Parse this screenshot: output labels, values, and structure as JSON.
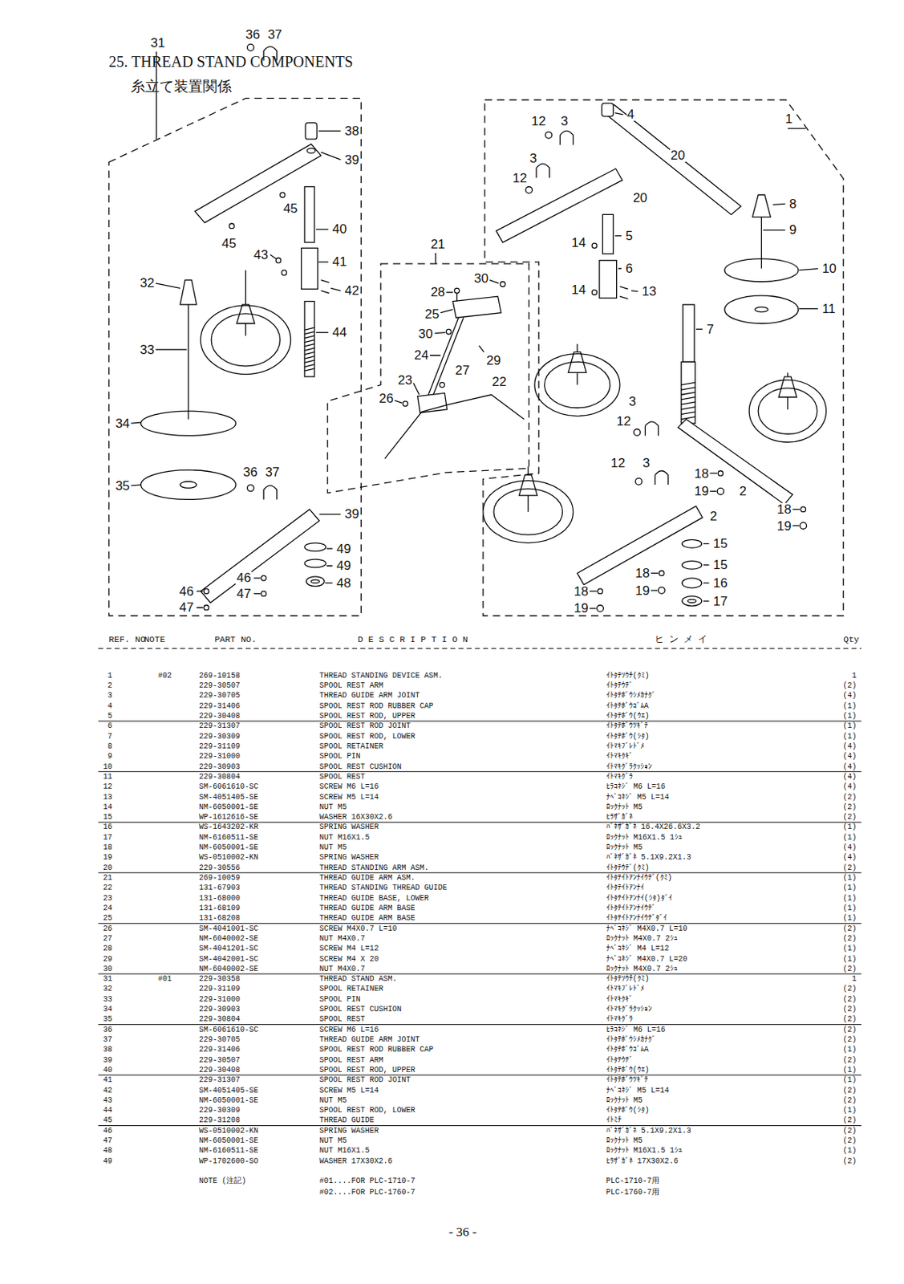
{
  "diagram": {
    "title": "25. THREAD STAND COMPONENTS",
    "labels": [
      "糸立て装置関係",
      "31",
      "36",
      "37",
      "38",
      "39",
      "45",
      "45",
      "40",
      "43",
      "41",
      "42",
      "32",
      "44",
      "33",
      "34",
      "35",
      "36",
      "37",
      "39",
      "49",
      "49",
      "48",
      "46",
      "47",
      "46",
      "47",
      "21",
      "30",
      "28",
      "25",
      "30",
      "29",
      "24",
      "27",
      "22",
      "23",
      "26",
      "1",
      "12",
      "3",
      "4",
      "3",
      "20",
      "12",
      "20",
      "8",
      "9",
      "5",
      "14",
      "6",
      "10",
      "14",
      "13",
      "11",
      "7",
      "3",
      "12",
      "12",
      "3",
      "18",
      "19",
      "2",
      "18",
      "19",
      "2",
      "15",
      "15",
      "16",
      "17",
      "18",
      "19",
      "18",
      "19",
      "REF. NO",
      "NOTE",
      "PART NO.",
      "D E S C R I P T I O N",
      "ヒ ン メ イ",
      "Qty",
      "1",
      "#02",
      "269-10158",
      "THREAD STANDING DEVICE ASM.",
      "ｲﾄﾀﾃｿｳﾁ(ｸﾐ)",
      "1",
      "2",
      "229-30507",
      "SPOOL REST ARM",
      "ｲﾄﾀﾃｳﾃﾞ",
      "(2)",
      "3",
      "229-30705",
      "THREAD GUIDE ARM JOINT",
      "ｲﾄﾀﾃﾎﾞｳｼﾒｶﾅｸﾞ",
      "(4)",
      "4",
      "229-31406",
      "SPOOL REST ROD RUBBER CAP",
      "ｲﾄﾀﾃﾎﾞｳｺﾞﾑA",
      "(1)",
      "5",
      "229-30408",
      "SPOOL REST ROD, UPPER",
      "ｲﾄﾀﾃﾎﾞｳ(ｳｴ)",
      "(1)",
      "6",
      "229-31307",
      "SPOOL REST ROD JOINT",
      "ｲﾄﾀﾃﾎﾞｳﾂｷﾞﾃ",
      "(1)",
      "7",
      "229-30309",
      "SPOOL REST ROD, LOWER",
      "ｲﾄﾀﾃﾎﾞｳ(ｼﾀ)",
      "(1)",
      "8",
      "229-31109",
      "SPOOL RETAINER",
      "ｲﾄﾏｷﾌﾞﾚﾄﾞﾒ",
      "(4)",
      "9",
      "229-31000",
      "SPOOL PIN",
      "ｲﾄﾏｷｸｷﾞ",
      "(4)",
      "10",
      "229-30903",
      "SPOOL REST CUSHION",
      "ｲﾄﾏｷｸﾞﾗｸｯｼｮﾝ",
      "(4)",
      "11",
      "229-30804",
      "SPOOL REST",
      "ｲﾄﾏｷｸﾞﾗ",
      "(4)",
      "12",
      "SM-6061610-SC",
      "SCREW M6 L=16",
      "ﾋﾗｺﾈｼﾞ M6 L=16",
      "(4)",
      "13",
      "SM-4051405-SE",
      "SCREW M5 L=14",
      "ﾅﾍﾞｺﾈｼﾞ M5 L=14",
      "(2)",
      "14",
      "NM-6050001-SE",
      "NUT M5",
      "ﾛｯｸﾅｯﾄ M5",
      "(2)",
      "15",
      "WP-1612616-SE",
      "WASHER 16X30X2.6",
      "ﾋﾗｻﾞｶﾞﾈ",
      "(2)",
      "16",
      "WS-1643202-KR",
      "SPRING WASHER",
      "ﾊﾞﾈｻﾞｶﾞﾈ 16.4X26.6X3.2",
      "(1)",
      "17",
      "NM-6160511-SE",
      "NUT M16X1.5",
      "ﾛｯｸﾅｯﾄ M16X1.5 1ｼｭ",
      "(1)",
      "18",
      "NM-6050001-SE",
      "NUT M5",
      "ﾛｯｸﾅｯﾄ M5",
      "(4)",
      "19",
      "WS-0510002-KN",
      "SPRING WASHER",
      "ﾊﾞﾈｻﾞｶﾞﾈ 5.1X9.2X1.3",
      "(4)",
      "20",
      "229-30556",
      "THREAD STANDING ARM ASM.",
      "ｲﾄﾀﾃｳﾃﾞ(ｸﾐ)",
      "(2)",
      "21",
      "269-10059",
      "THREAD GUIDE ARM ASM.",
      "ｲﾄﾀﾃｲﾄｱﾝﾅｲｳﾃﾞ(ｸﾐ)",
      "(1)",
      "22",
      "131-67903",
      "THREAD STANDING THREAD GUIDE",
      "ｲﾄﾀﾃｲﾄｱﾝﾅｲ",
      "(1)",
      "23",
      "131-68000",
      "THREAD GUIDE BASE, LOWER",
      "ｲﾄﾀﾃｲﾄｱﾝﾅｲ(ｼﾀ)ﾀﾞｲ",
      "(1)",
      "24",
      "131-68109",
      "THREAD GUIDE ARM BASE",
      "ｲﾄﾀﾃｲﾄｱﾝﾅｲｳﾃﾞ",
      "(1)",
      "25",
      "131-68208",
      "THREAD GUIDE ARM BASE",
      "ｲﾄﾀﾃｲﾄｱﾝﾅｲｳﾃﾞﾀﾞｲ",
      "(1)",
      "26",
      "SM-4041001-SC",
      "SCREW M4X0.7 L=10",
      "ﾅﾍﾞｺﾈｼﾞ M4X0.7 L=10",
      "(2)",
      "27",
      "NM-6040002-SE",
      "NUT M4X0.7",
      "ﾛｯｸﾅｯﾄ M4X0.7 2ｼｭ",
      "(2)",
      "28",
      "SM-4041201-SC",
      "SCREW M4 L=12",
      "ﾅﾍﾞｺﾈｼﾞ M4 L=12",
      "(1)",
      "29",
      "SM-4042001-SC",
      "SCREW M4 X 20",
      "ﾅﾍﾞｺﾈｼﾞ M4X0.7 L=20",
      "(1)",
      "30",
      "NM-6040002-SE",
      "NUT M4X0.7",
      "ﾛｯｸﾅｯﾄ M4X0.7 2ｼｭ",
      "(2)",
      "31",
      "#01",
      "229-30358",
      "THREAD STAND ASM.",
      "ｲﾄﾀﾃｿｳﾁ(ｸﾐ)",
      "1",
      "32",
      "229-31109",
      "SPOOL RETAINER",
      "ｲﾄﾏｷﾌﾞﾚﾄﾞﾒ",
      "(2)",
      "33",
      "229-31000",
      "SPOOL PIN",
      "ｲﾄﾏｷｸｷﾞ",
      "(2)",
      "34",
      "229-30903",
      "SPOOL REST CUSHION",
      "ｲﾄﾏｷｸﾞﾗｸｯｼｮﾝ",
      "(2)",
      "35",
      "229-30804",
      "SPOOL REST",
      "ｲﾄﾏｷｸﾞﾗ",
      "(2)",
      "36",
      "SM-6061610-SC",
      "SCREW M6 L=16",
      "ﾋﾗｺﾈｼﾞ M6 L=16",
      "(2)",
      "37",
      "229-30705",
      "THREAD GUIDE ARM JOINT",
      "ｲﾄﾀﾃﾎﾞｳｼﾒｶﾅｸﾞ",
      "(2)",
      "38",
      "229-31406",
      "SPOOL REST ROD RUBBER CAP",
      "ｲﾄﾀﾃﾎﾞｳｺﾞﾑA",
      "(1)",
      "39",
      "229-30507",
      "SPOOL REST ARM",
      "ｲﾄﾀﾃｳﾃﾞ",
      "(2)",
      "40",
      "229-30408",
      "SPOOL REST ROD, UPPER",
      "ｲﾄﾀﾃﾎﾞｳ(ｳｴ)",
      "(1)",
      "41",
      "229-31307",
      "SPOOL REST ROD JOINT",
      "ｲﾄﾀﾃﾎﾞｳﾂｷﾞﾃ",
      "(1)",
      "42",
      "SM-4051405-SE",
      "SCREW M5 L=14",
      "ﾅﾍﾞｺﾈｼﾞ M5 L=14",
      "(2)",
      "43",
      "NM-6050001-SE",
      "NUT M5",
      "ﾛｯｸﾅｯﾄ M5",
      "(2)",
      "44",
      "229-30309",
      "SPOOL REST ROD, LOWER",
      "ｲﾄﾀﾃﾎﾞｳ(ｼﾀ)",
      "(1)",
      "45",
      "229-31208",
      "THREAD GUIDE",
      "ｲﾄﾐﾁ",
      "(2)",
      "46",
      "WS-0510002-KN",
      "SPRING WASHER",
      "ﾊﾞﾈｻﾞｶﾞﾈ 5.1X9.2X1.3",
      "(2)",
      "47",
      "NM-6050001-SE",
      "NUT M5",
      "ﾛｯｸﾅｯﾄ M5",
      "(2)",
      "48",
      "NM-6160511-SE",
      "NUT M16X1.5",
      "ﾛｯｸﾅｯﾄ M16X1.5 1ｼｭ",
      "(1)",
      "49",
      "WP-1702600-SO",
      "WASHER 17X30X2.6",
      "ﾋﾗｻﾞｶﾞﾈ 17X30X2.6",
      "(2)",
      "NOTE (注記)",
      "#01....FOR PLC-1710-7",
      "#02....FOR PLC-1760-7",
      "PLC-1710-7用",
      "PLC-1760-7用",
      "- 36 -"
    ]
  }
}
